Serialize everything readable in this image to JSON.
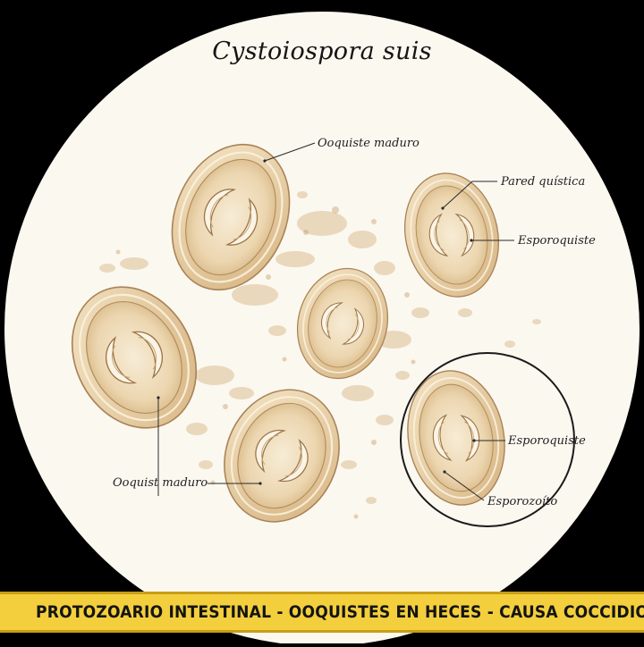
{
  "title": "Cystoiospora suis",
  "labels": {
    "ooquiste_maduro_top": "Ooquiste maduro",
    "pared_quistica": "Pared quística",
    "esporoquiste_top": "Esporoquiste",
    "ooquiste_maduro_bottom": "Ooquist maduro",
    "esporoquiste_inset": "Esporoquiste",
    "esporozoito": "Esporozoíto"
  },
  "banner": "PROTOZOARIO INTESTINAL - OOQUISTES EN HECES - CAUSA COCCIDIOSIS PORCINA EN",
  "colors": {
    "background": "#000000",
    "plate": "#fbf8f0",
    "oocyst_wall": "#d9bc8f",
    "oocyst_fill": "#ecd6b0",
    "banner": "#f3cf3d"
  }
}
